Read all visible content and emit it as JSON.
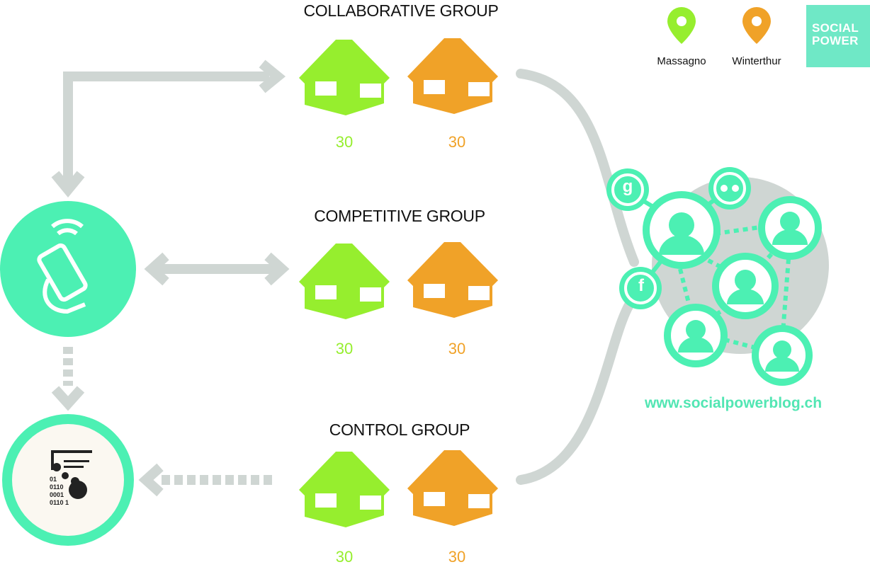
{
  "colors": {
    "massagno": "#96ee2e",
    "winterthur": "#f0a228",
    "accent": "#4cf0b3",
    "arrow": "#cfd6d3",
    "brand_bg": "#6fe8c6"
  },
  "legend": [
    {
      "label": "Massagno",
      "icon": "location-pin-icon",
      "color": "#96ee2e"
    },
    {
      "label": "Winterthur",
      "icon": "location-pin-icon",
      "color": "#f0a228"
    }
  ],
  "brand": {
    "line1": "SOCIAL",
    "line2": "POWER"
  },
  "groups": [
    {
      "title": "COLLABORATIVE GROUP",
      "massagno": "30",
      "winterthur": "30"
    },
    {
      "title": "COMPETITIVE GROUP",
      "massagno": "30",
      "winterthur": "30"
    },
    {
      "title": "CONTROL GROUP",
      "massagno": "30",
      "winterthur": "30"
    }
  ],
  "smartphone_node": {
    "icon": "smartphone-hand-icon"
  },
  "data_node": {
    "icon": "data-processing-icon",
    "binary": [
      "01",
      "0110",
      "0001",
      "0110 1"
    ]
  },
  "social_network": {
    "badges": [
      "g",
      "f"
    ],
    "url": "www.socialpowerblog.ch"
  }
}
